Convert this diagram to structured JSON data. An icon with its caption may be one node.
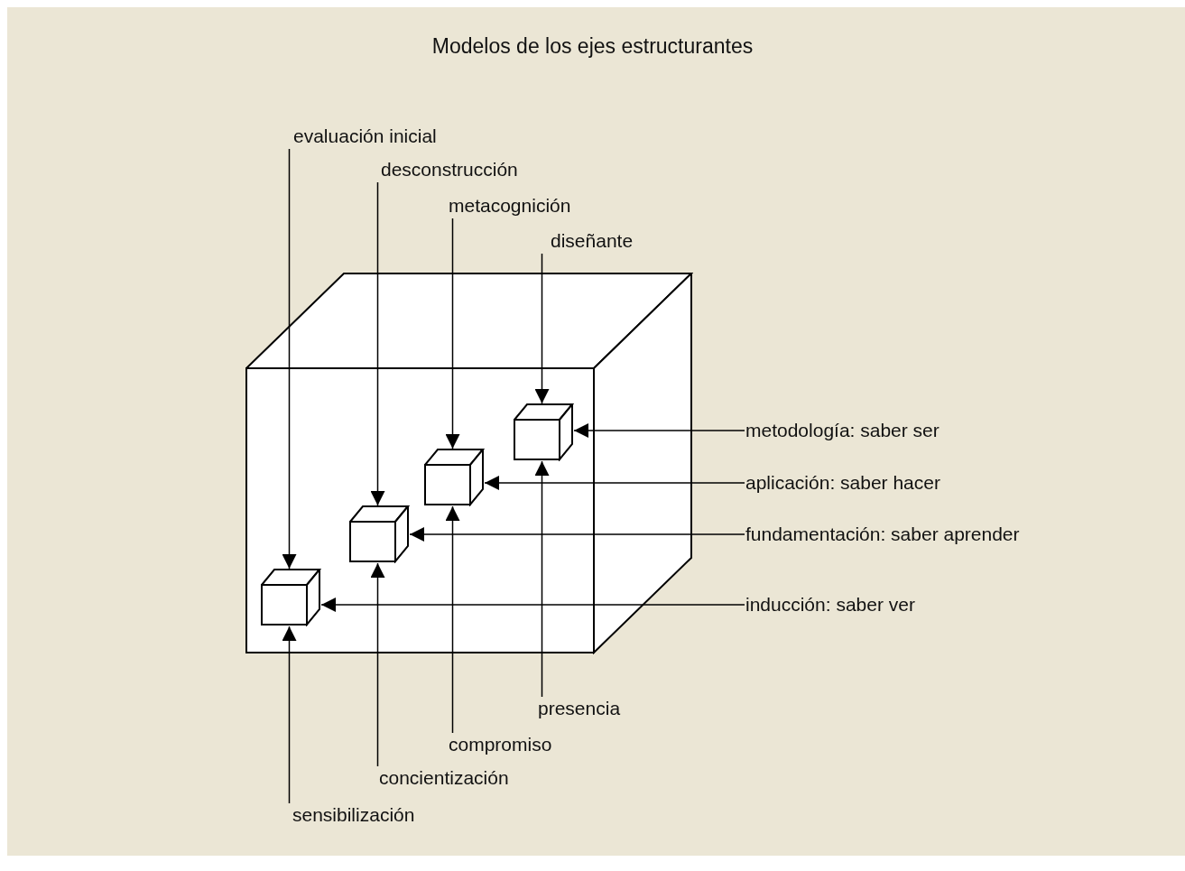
{
  "diagram": {
    "title": "Modelos de los ejes estructurantes",
    "nodes": [
      {
        "text": [],
        "shape": "cube"
      },
      {
        "text": [
          "evaluación inicial"
        ]
      },
      {
        "text": [
          "desconstrucción"
        ]
      },
      {
        "text": [
          "metacognición"
        ]
      },
      {
        "text": [
          "diseñante"
        ]
      },
      {
        "text": [],
        "shape": "cube",
        "in": 0
      },
      {
        "text": [],
        "shape": "cube",
        "in": 0
      },
      {
        "text": [],
        "shape": "cube",
        "in": 0
      },
      {
        "text": [],
        "shape": "cube",
        "in": 0
      },
      {
        "text": [
          "metodología: saber ser"
        ]
      },
      {
        "text": [
          "aplicación: saber hacer"
        ]
      },
      {
        "text": [
          "fundamentación: saber aprender"
        ]
      },
      {
        "text": [
          "inducción: saber ver"
        ]
      },
      {
        "text": [
          "presencia"
        ]
      },
      {
        "text": [
          "compromiso"
        ]
      },
      {
        "text": [
          "concientización"
        ]
      },
      {
        "text": [
          "sensibilización"
        ]
      }
    ],
    "edges": [
      {
        "from": 1,
        "to": 5,
        "arrow": "to"
      },
      {
        "from": 2,
        "to": 6,
        "arrow": "to"
      },
      {
        "from": 3,
        "to": 7,
        "arrow": "to"
      },
      {
        "from": 4,
        "to": 8,
        "arrow": "to"
      },
      {
        "from": 9,
        "to": 8,
        "arrow": "to"
      },
      {
        "from": 10,
        "to": 7,
        "arrow": "to"
      },
      {
        "from": 11,
        "to": 6,
        "arrow": "to"
      },
      {
        "from": 12,
        "to": 5,
        "arrow": "to"
      },
      {
        "from": 13,
        "to": 8,
        "arrow": "to"
      },
      {
        "from": 14,
        "to": 7,
        "arrow": "to"
      },
      {
        "from": 15,
        "to": 6,
        "arrow": "to"
      },
      {
        "from": 16,
        "to": 5,
        "arrow": "to"
      }
    ]
  }
}
